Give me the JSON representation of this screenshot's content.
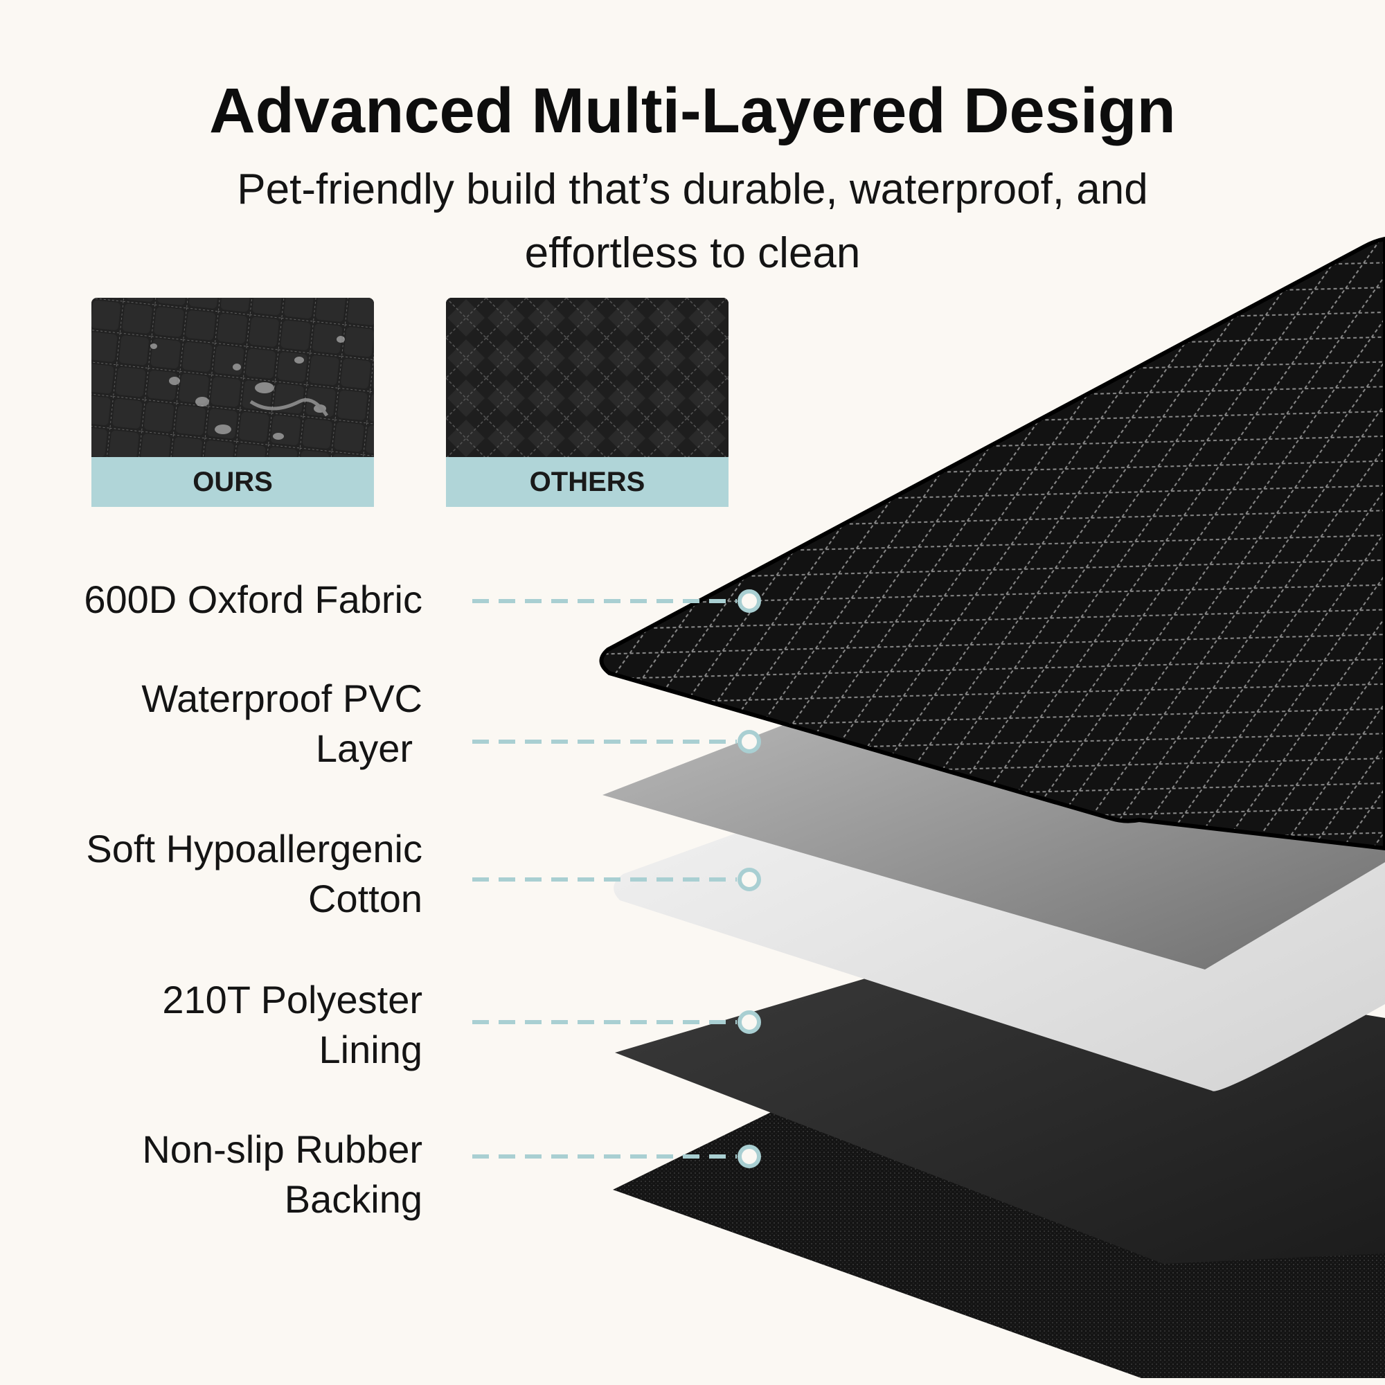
{
  "header": {
    "title": "Advanced Multi-Layered Design",
    "subtitle_line1": "Pet-friendly build that’s durable, waterproof, and",
    "subtitle_line2": "effortless to clean"
  },
  "comparison": {
    "ours_label": "OURS",
    "others_label": "OTHERS"
  },
  "layers": [
    {
      "line1": "600D Oxford Fabric",
      "line2": ""
    },
    {
      "line1": "Waterproof PVC",
      "line2": "Layer"
    },
    {
      "line1": "Soft Hypoallergenic",
      "line2": "Cotton"
    },
    {
      "line1": "210T Polyester",
      "line2": "Lining"
    },
    {
      "line1": "Non-slip Rubber",
      "line2": "Backing"
    }
  ],
  "colors": {
    "background": "#fbf8f3",
    "accent": "#b0d5d8",
    "connector": "#a9cfd2"
  }
}
